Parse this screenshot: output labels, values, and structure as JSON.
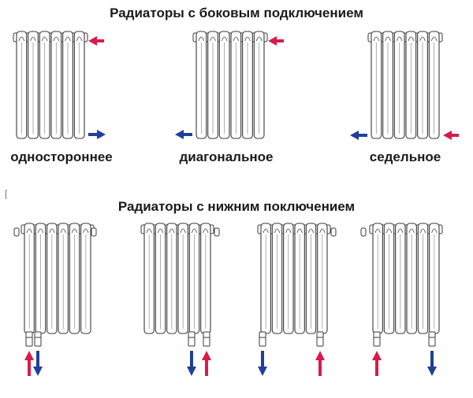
{
  "titles": {
    "side": "Радиаторы с боковым подключением",
    "bottom": "Радиаторы с нижним поключением"
  },
  "captions": {
    "one_sided": "одностороннее",
    "diagonal": "диагональное",
    "saddle": "седельное"
  },
  "stray_mark": "[",
  "colors": {
    "supply_arrow": "#d81b4a",
    "return_arrow": "#1f3f99",
    "outline": "#3a3a3a"
  },
  "icons": {
    "supply": "arrow-supply-icon",
    "return": "arrow-return-icon",
    "valve": "valve-icon"
  },
  "diagrams": {
    "side": [
      {
        "name": "one-sided-radiator",
        "sections": 6,
        "flow": [
          "in: top-right",
          "out: bottom-right"
        ]
      },
      {
        "name": "diagonal-radiator",
        "sections": 6,
        "flow": [
          "in: top-right",
          "out: bottom-left"
        ]
      },
      {
        "name": "saddle-radiator",
        "sections": 6,
        "flow": [
          "in: bottom-right",
          "out: bottom-left"
        ]
      }
    ],
    "bottom": [
      {
        "name": "bottom-radiator-left",
        "sections": 6,
        "flow": [
          "in",
          "out"
        ]
      },
      {
        "name": "bottom-radiator-right",
        "sections": 6,
        "flow": [
          "out",
          "in"
        ]
      },
      {
        "name": "bottom-radiator-center",
        "sections": 6,
        "flow": [
          "out",
          "in"
        ]
      },
      {
        "name": "bottom-radiator-wide",
        "sections": 6,
        "flow": [
          "in",
          "out"
        ]
      }
    ]
  }
}
